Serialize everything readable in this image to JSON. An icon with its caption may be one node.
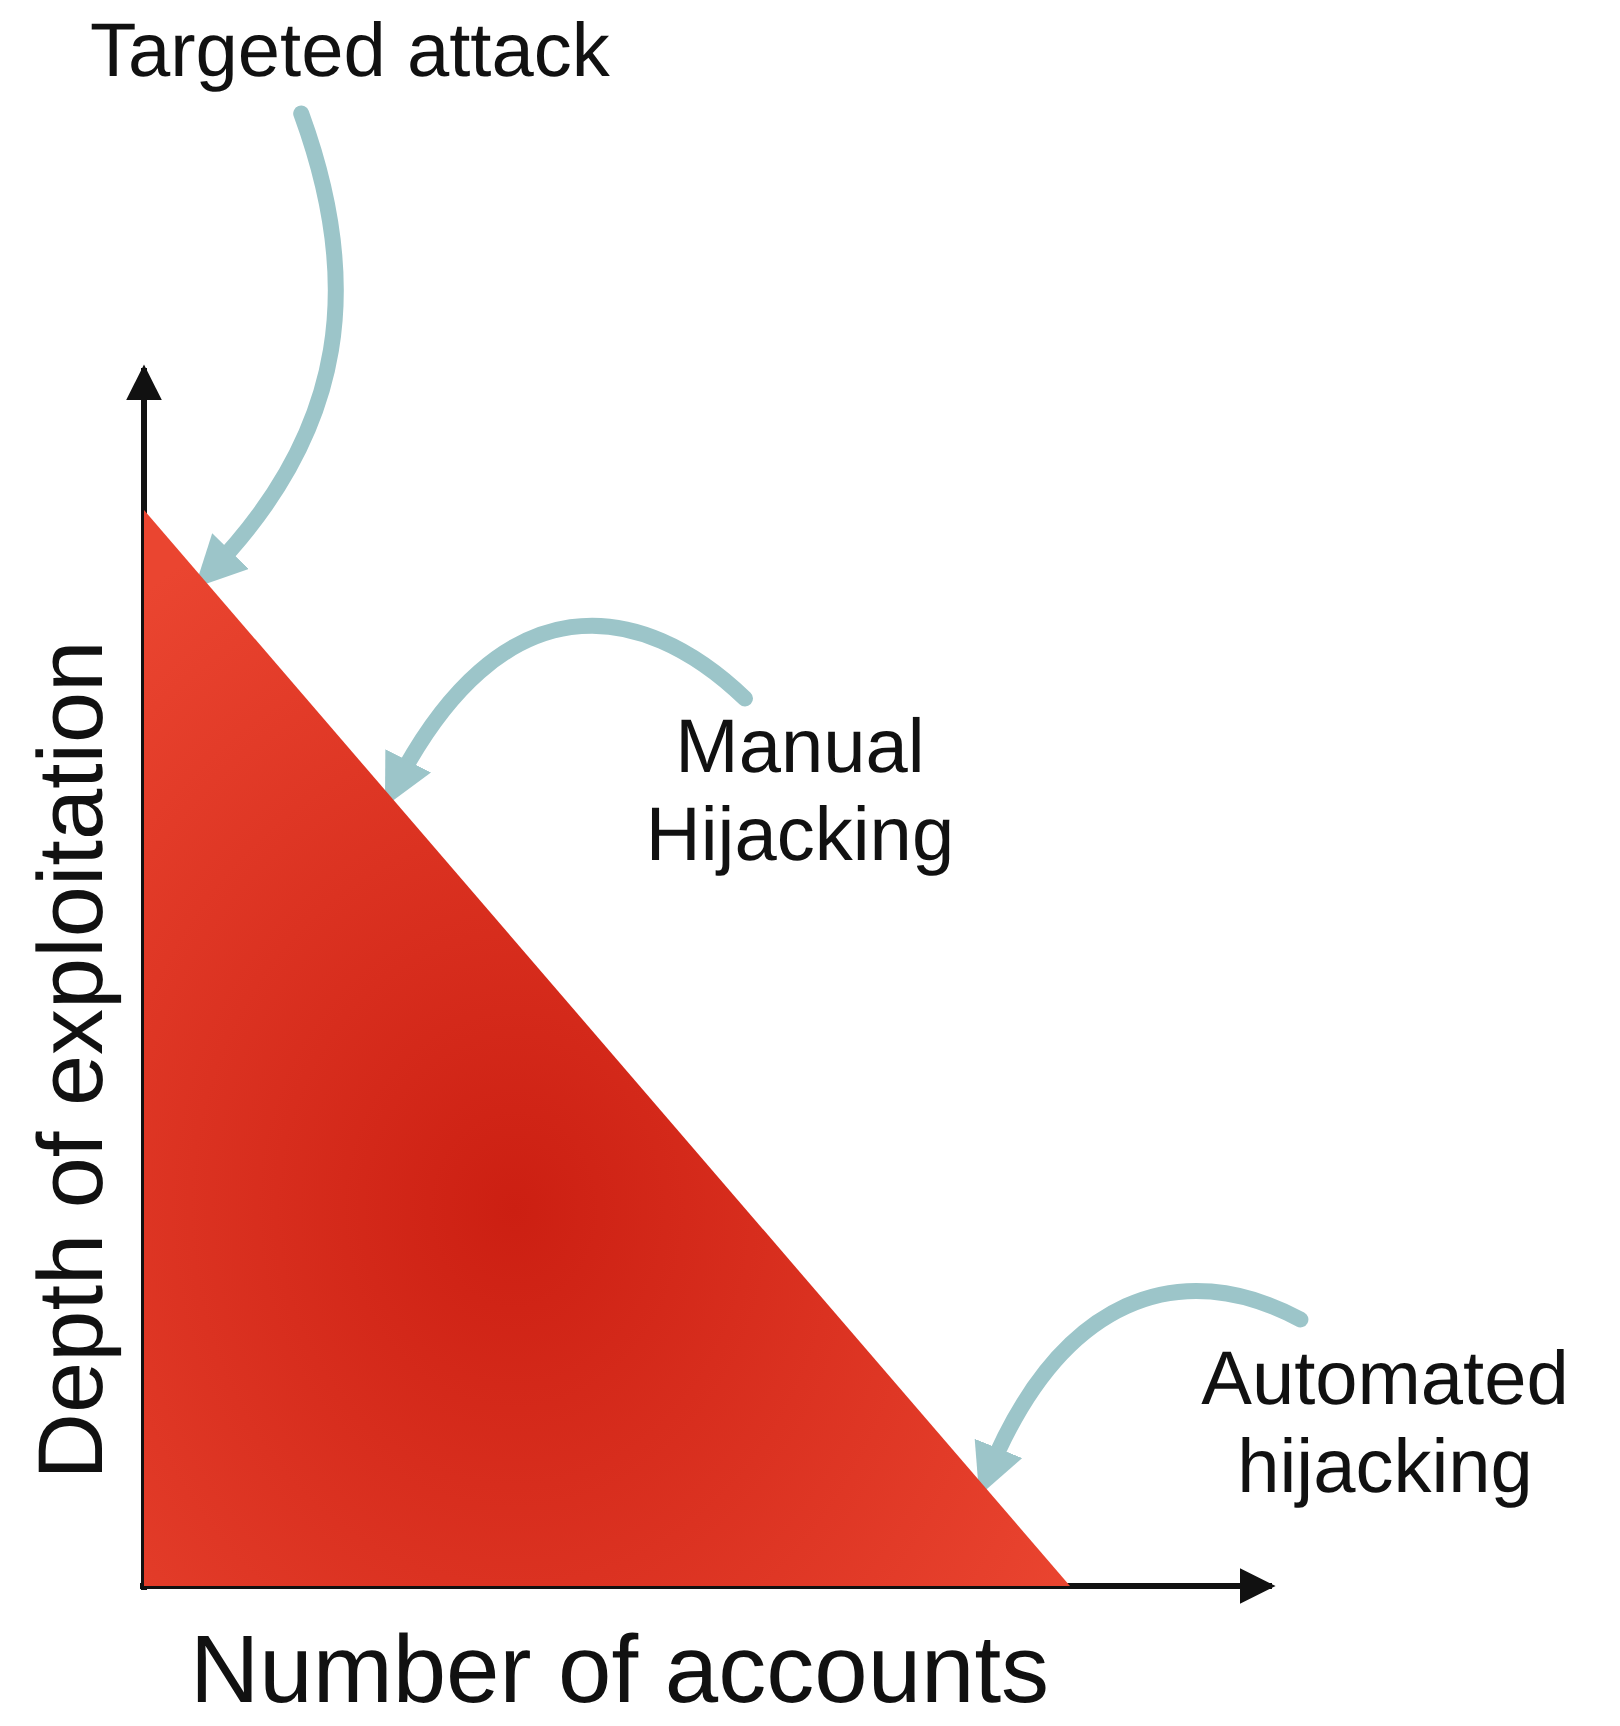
{
  "diagram": {
    "nodes": [
      {
        "text": [
          "Targeted attack"
        ]
      },
      {
        "text": [
          "Manual Hijacking"
        ]
      },
      {
        "text": [
          "Automated hijacking"
        ]
      },
      {
        "text": [],
        "shape": "triangle"
      }
    ],
    "edges": [
      {
        "from": 0,
        "to": 3,
        "arrow": "to"
      },
      {
        "from": 1,
        "to": 3,
        "arrow": "to"
      },
      {
        "from": 2,
        "to": 3,
        "arrow": "to"
      }
    ],
    "labels": [
      "Depth of exploitation",
      "Number of accounts"
    ]
  }
}
